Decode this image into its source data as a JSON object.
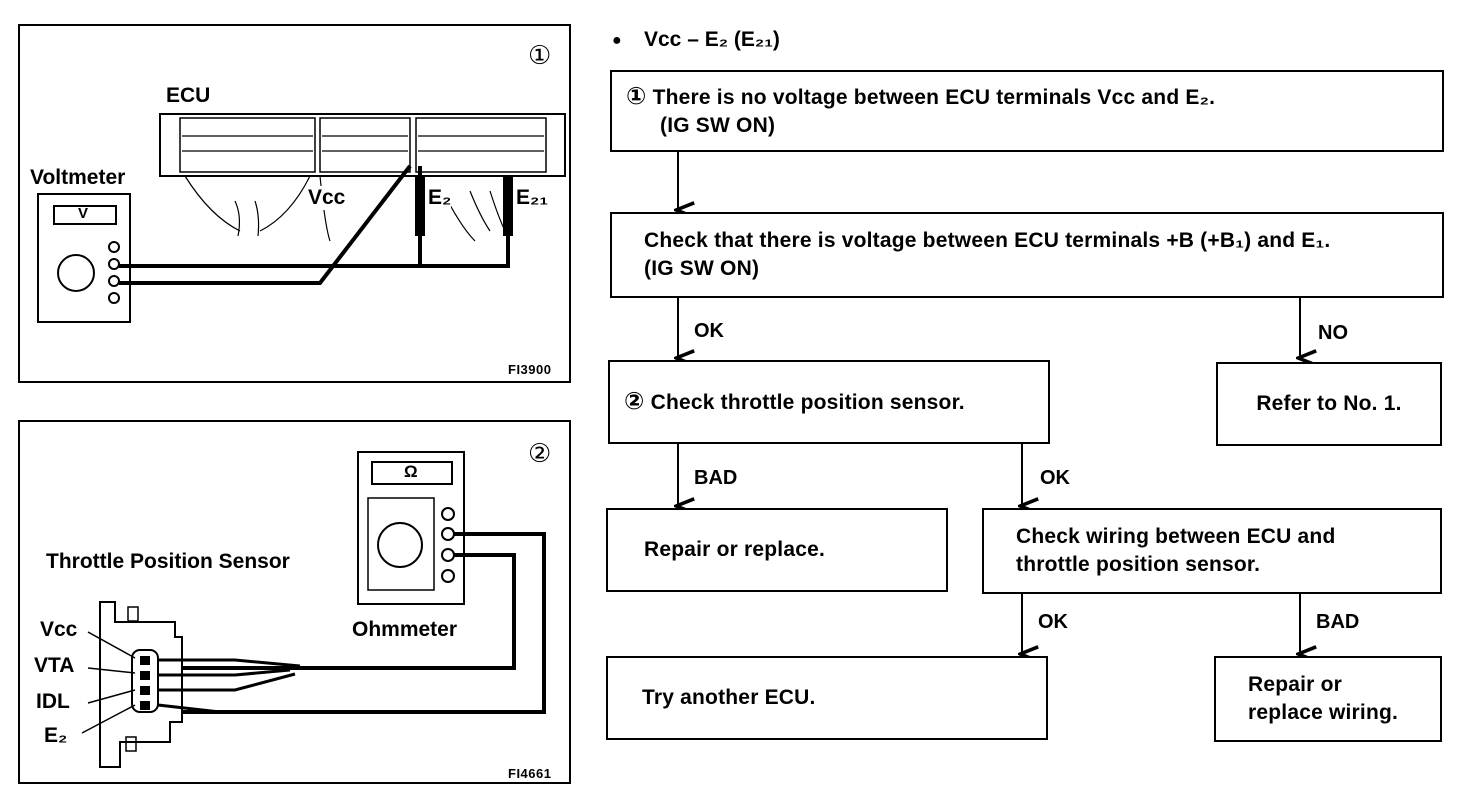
{
  "heading": {
    "bullet": "●",
    "text": "Vcc – E₂ (E₂₁)"
  },
  "panel1": {
    "circle_num": "①",
    "ecu_label": "ECU",
    "voltmeter_label": "Voltmeter",
    "meter_display": "V",
    "vcc_label": "Vcc",
    "e2_label": "E₂",
    "e21_label": "E₂₁",
    "code": "FI3900"
  },
  "panel2": {
    "circle_num": "②",
    "sensor_label": "Throttle Position Sensor",
    "ohmmeter_label": "Ohmmeter",
    "meter_display": "Ω",
    "pins": [
      "Vcc",
      "VTA",
      "IDL",
      "E₂"
    ],
    "code": "FI4661"
  },
  "flow": {
    "step1": {
      "num": "①",
      "line1": "There is no voltage between ECU terminals Vcc and E₂.",
      "line2": "(IG SW ON)"
    },
    "step_check_b": {
      "line1": "Check that there is voltage between ECU terminals +B (+B₁) and E₁.",
      "line2": "(IG SW ON)"
    },
    "ok1": "OK",
    "no1": "NO",
    "step2": {
      "num": "②",
      "text": "Check throttle position sensor."
    },
    "refer": "Refer to No. 1.",
    "bad1": "BAD",
    "ok2": "OK",
    "repair1": "Repair or replace.",
    "check_wiring": {
      "line1": "Check wiring between ECU and",
      "line2": "throttle position sensor."
    },
    "ok3": "OK",
    "bad2": "BAD",
    "try_ecu": "Try another ECU.",
    "repair_wiring": {
      "line1": "Repair or",
      "line2": "replace wiring."
    }
  }
}
